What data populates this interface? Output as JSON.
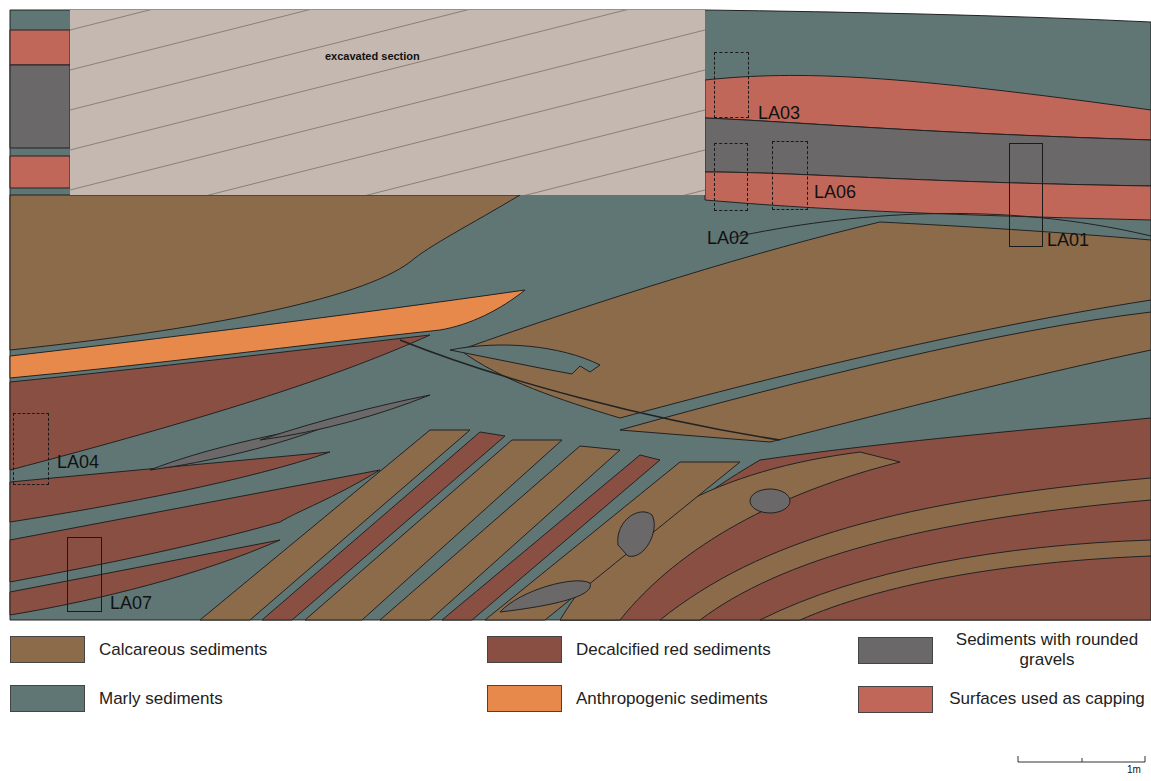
{
  "diagram": {
    "nodes": [
      {
        "text": [
          "excavated section"
        ]
      },
      {
        "text": [
          "LA03"
        ]
      },
      {
        "text": [
          "LA02"
        ]
      },
      {
        "text": [
          "LA06"
        ]
      },
      {
        "text": [
          "LA01"
        ]
      },
      {
        "text": [
          "LA04"
        ]
      },
      {
        "text": [
          "LA07"
        ]
      }
    ],
    "labels": [
      "1m"
    ],
    "legend": [
      {
        "text": "Calcareous sediments",
        "color": "#8c6b4b"
      },
      {
        "text": "Decalcified red sediments",
        "color": "#8a4f43"
      },
      {
        "text": "Sediments with rounded gravels",
        "color": "#6a6868"
      },
      {
        "text": "Marly sediments",
        "color": "#5f7675"
      },
      {
        "text": "Anthropogenic sediments",
        "color": "#e8894c"
      },
      {
        "text": "Surfaces used as capping",
        "color": "#c0675a"
      }
    ]
  }
}
